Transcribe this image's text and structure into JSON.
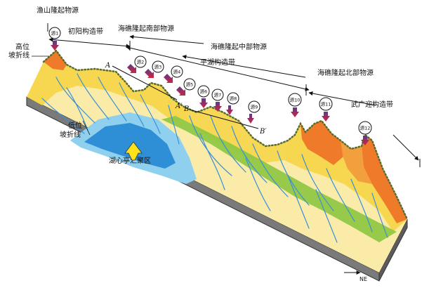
{
  "labels": {
    "yushan": "渔山隆起物源",
    "chuyang": "初阳构造带",
    "haijiao_south": "海礁隆起南部物源",
    "pinghu": "平湖构造带",
    "haijiao_middle": "海礁隆起中部物源",
    "haijiao_north": "海礁隆起北部物源",
    "wuguang": "武广迎构造带",
    "high_slope_1": "高位",
    "high_slope_2": "坡折线",
    "low_slope_1": "低位",
    "low_slope_2": "坡折线",
    "lake_center": "湖心亭汇聚区",
    "north": "NE"
  },
  "sources": [
    "源1",
    "源2",
    "源3",
    "源4",
    "源5",
    "源6",
    "源7",
    "源8",
    "源9",
    "源10",
    "源11",
    "源12"
  ],
  "sections": {
    "a": "A",
    "a_prime": "A′",
    "b": "B",
    "b_prime": "B′"
  },
  "colors": {
    "source_orange": "#ef7a2a",
    "highland_yellow": "#f6d64a",
    "plain_lightyellow": "#fbeba9",
    "green_belt": "#8cc63f",
    "lake_blue": "#2f8fd6",
    "light_blue": "#8fd0ef",
    "channel_blue": "#3a8fd6",
    "arrow_red": "#d2233c",
    "arrow_purple": "#5b3a8c",
    "block_gray": "#6e6e6e"
  }
}
